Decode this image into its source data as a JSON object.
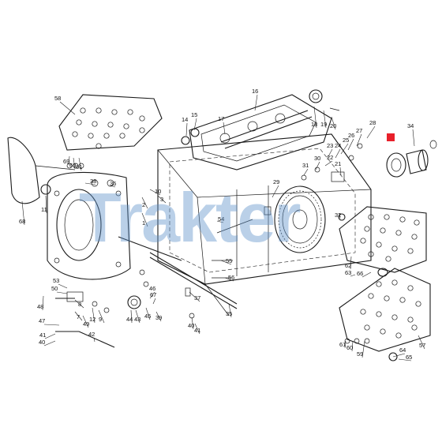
{
  "watermark": {
    "text": "Trakter"
  },
  "highlight": {
    "color": "#e8202a",
    "target_part": "33"
  },
  "callouts": [
    "58",
    "14",
    "15",
    "16",
    "17",
    "18",
    "19",
    "20",
    "28",
    "34",
    "27",
    "26",
    "25",
    "24",
    "23",
    "22",
    "21",
    "69",
    "60",
    "61",
    "38",
    "36",
    "11",
    "68",
    "10",
    "1",
    "54",
    "29",
    "30",
    "31",
    "32",
    "62",
    "63",
    "66",
    "53",
    "50",
    "48",
    "47",
    "41",
    "40",
    "12",
    "9",
    "49",
    "7",
    "8",
    "42",
    "44",
    "43",
    "45",
    "46",
    "39",
    "67",
    "55",
    "56",
    "37",
    "35",
    "40",
    "41",
    "2",
    "3",
    "64",
    "65",
    "57",
    "61",
    "60",
    "59"
  ]
}
